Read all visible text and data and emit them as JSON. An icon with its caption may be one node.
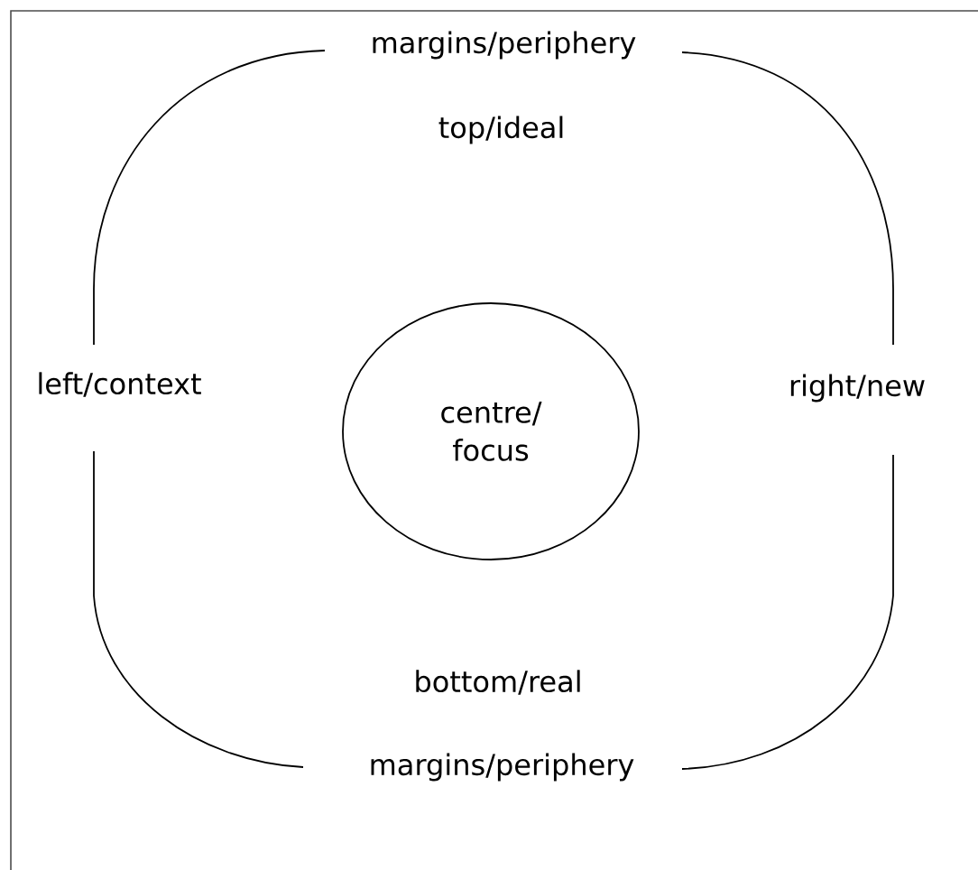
{
  "diagram": {
    "nodes": [
      {
        "text": [
          "margins/periphery",
          "top/ideal",
          "left/context",
          "right/new",
          "bottom/real",
          "margins/periphery"
        ]
      },
      {
        "text": [
          "centre/ focus"
        ],
        "in": 0
      }
    ]
  }
}
